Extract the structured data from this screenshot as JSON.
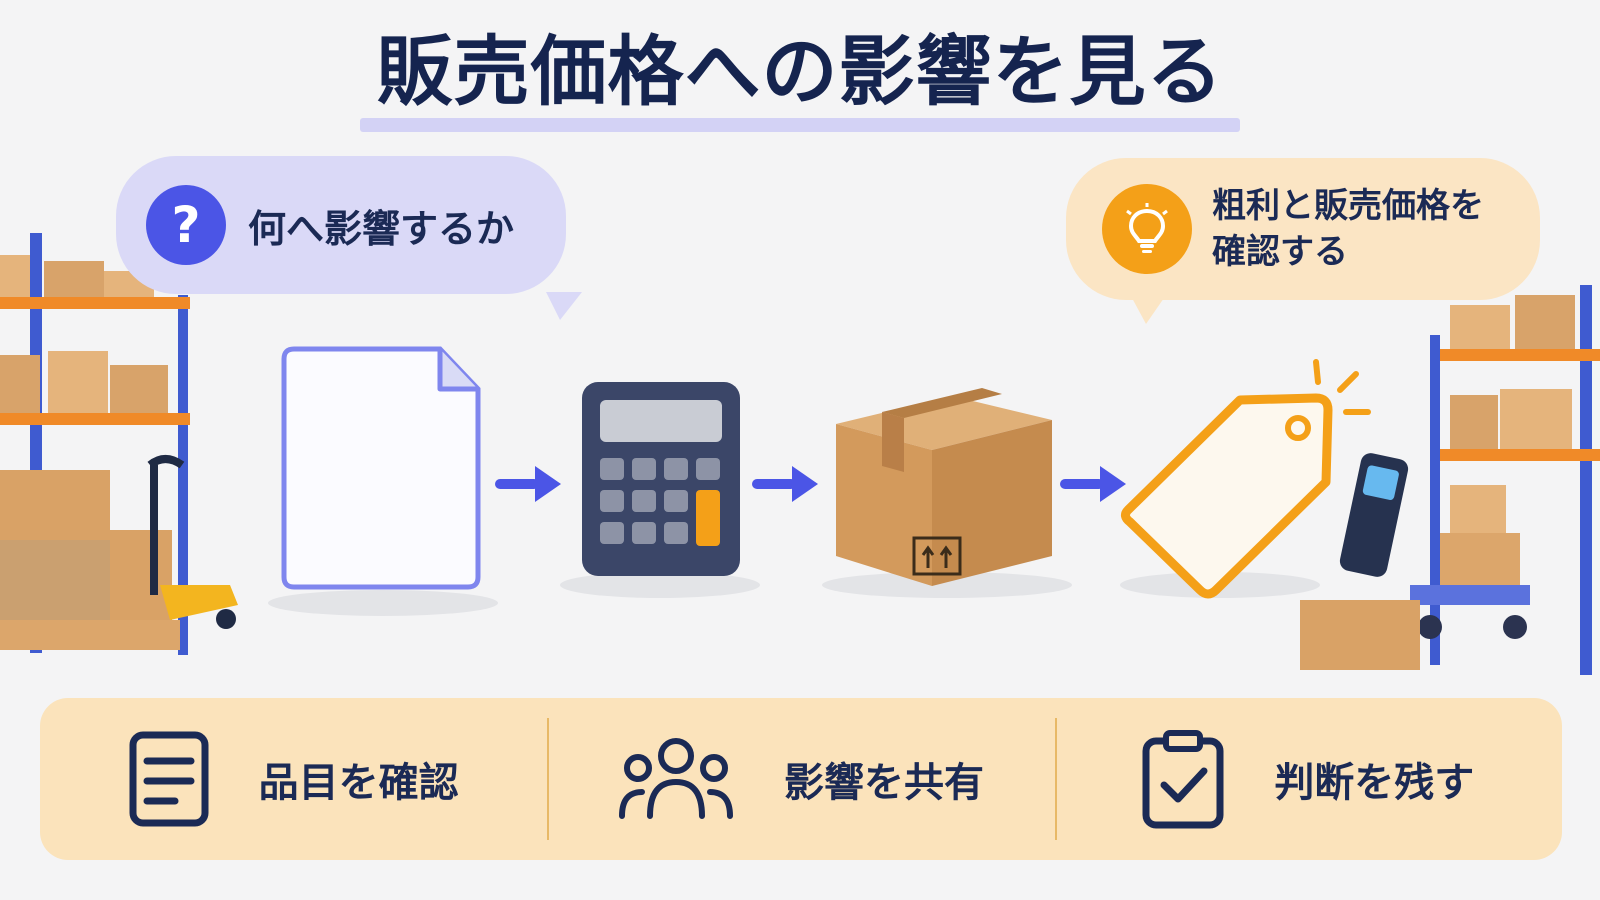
{
  "title": "販売価格への影響を見る",
  "question_bubble": {
    "icon": "question-icon",
    "icon_glyph": "?",
    "text": "何へ影響するか"
  },
  "idea_bubble": {
    "icon": "lightbulb-icon",
    "line1": "粗利と販売価格を",
    "line2": "確認する"
  },
  "flow": [
    {
      "name": "document-icon"
    },
    {
      "name": "arrow-right-icon"
    },
    {
      "name": "calculator-icon"
    },
    {
      "name": "arrow-right-icon"
    },
    {
      "name": "cardboard-box-icon"
    },
    {
      "name": "arrow-right-icon"
    },
    {
      "name": "price-tag-icon"
    }
  ],
  "actions": [
    {
      "icon": "list-document-icon",
      "label": "品目を確認"
    },
    {
      "icon": "people-group-icon",
      "label": "影響を共有"
    },
    {
      "icon": "clipboard-check-icon",
      "label": "判断を残す"
    }
  ],
  "colors": {
    "accent_blue": "#4b55e6",
    "accent_orange": "#f4a018",
    "navy": "#1b2a55",
    "lavender": "#dad9f7",
    "peach": "#fbe3bb"
  }
}
